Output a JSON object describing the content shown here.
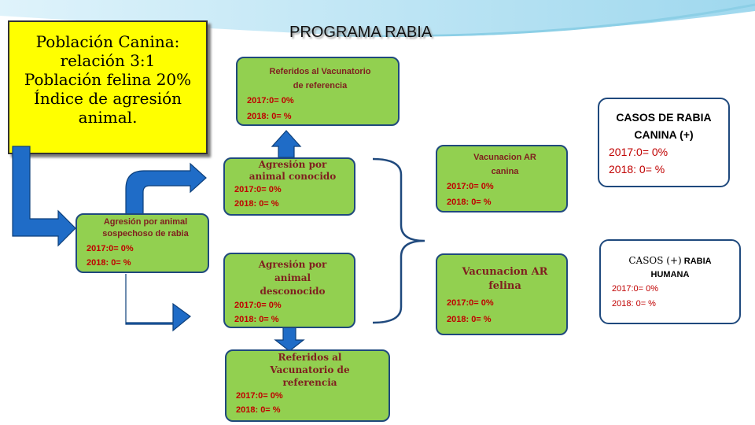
{
  "title": "PROGRAMA RABIA",
  "summary_box": {
    "lines": [
      "Población Canina:",
      "relación 3:1",
      "Población felina 20%",
      "Índice de agresión",
      "animal."
    ]
  },
  "boxes": {
    "agresion_sospechoso": {
      "title": [
        "Agresión por animal",
        "sospechoso de rabia"
      ],
      "v2017": "2017:0= 0%",
      "v2018": "2018: 0= %"
    },
    "agresion_conocido": {
      "title": [
        "Agresión por",
        "animal conocido"
      ],
      "v2017": "2017:0= 0%",
      "v2018": "2018: 0= %"
    },
    "agresion_desconocido": {
      "title": [
        "Agresión por",
        "animal",
        "desconocido"
      ],
      "v2017": "2017:0= 0%",
      "v2018": "2018: 0= %"
    },
    "referidos_top": {
      "title": [
        "Referidos al Vacunatorio",
        "de referencia"
      ],
      "v2017": "2017:0= 0%",
      "v2018": "2018: 0= %"
    },
    "referidos_bottom": {
      "title": [
        "Referidos al",
        "Vacunatorio de",
        "referencia"
      ],
      "v2017": "2017:0= 0%",
      "v2018": "2018: 0= %"
    },
    "vac_canina": {
      "title": [
        "Vacunacion AR",
        "canina"
      ],
      "v2017": "2017:0= 0%",
      "v2018": "2018: 0= %"
    },
    "vac_felina": {
      "title": [
        "Vacunacion AR",
        "felina"
      ],
      "v2017": "2017:0= 0%",
      "v2018": "2018: 0= %"
    },
    "casos_canina": {
      "title": [
        "CASOS DE RABIA",
        "CANINA (+)"
      ],
      "v2017": "2017:0= 0%",
      "v2018": "2018: 0= %"
    },
    "casos_humana": {
      "title_a": "CASOS (+)",
      "title_b": "RABIA",
      "title_c": "HUMANA",
      "v2017": "2017:0= 0%",
      "v2018": "2018: 0= %"
    }
  },
  "colors": {
    "green_box": "#92d050",
    "arrow_blue": "#1f6cc7",
    "summary_yellow": "#ffff00",
    "value_red": "#c00000"
  }
}
